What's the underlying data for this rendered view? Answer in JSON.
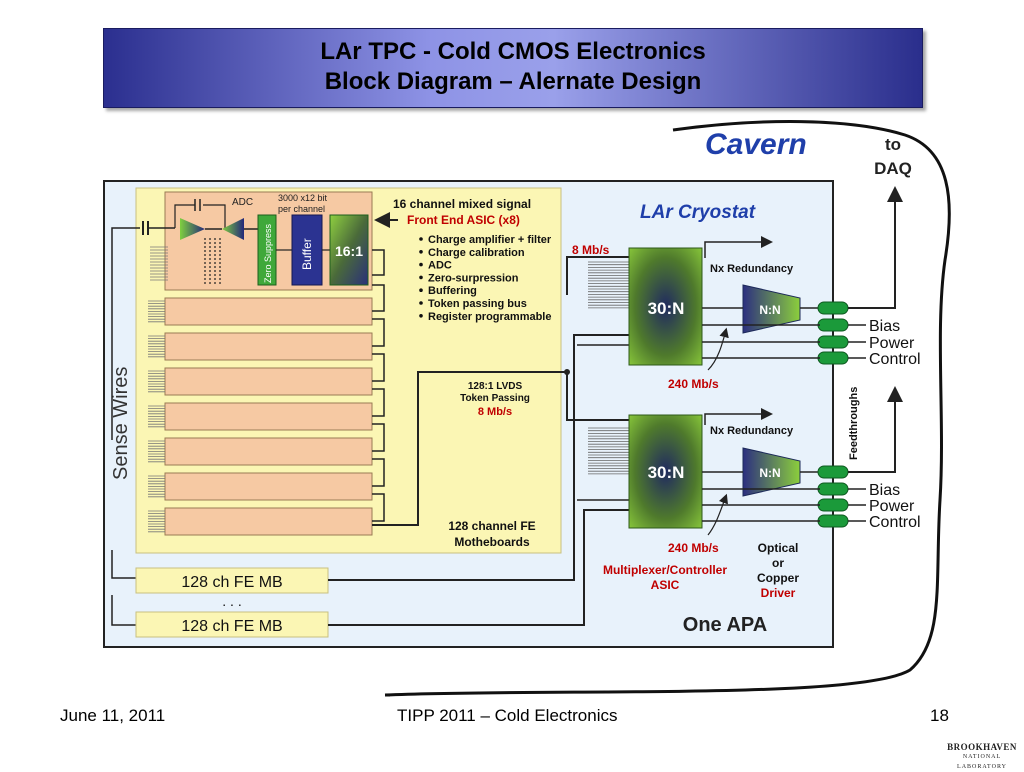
{
  "title": {
    "line1": "LAr TPC - Cold CMOS Electronics",
    "line2": "Block Diagram – Alernate Design"
  },
  "labels": {
    "cavern": "Cavern",
    "to": "to",
    "daq": "DAQ",
    "lar_cryostat": "LAr Cryostat",
    "sense_wires": "Sense Wires",
    "adc": "ADC",
    "bits_line1": "3000 x12 bit",
    "bits_line2": "per channel",
    "zero_suppress": "Zero Suppress",
    "buffer": "Buffer",
    "mux16": "16:1",
    "asic_title": "16 channel mixed signal",
    "asic_subtitle": "Front End ASIC (x8)",
    "lvds_line1": "128:1 LVDS",
    "lvds_line2": "Token Passing",
    "lvds_rate": "8 Mb/s",
    "fe_mb_line1": "128 channel FE",
    "fe_mb_line2": "Motheboards",
    "fe_mb_box": "128 ch FE MB",
    "ellipsis": ". . .",
    "rate_8": "8 Mb/s",
    "rate_240": "240 Mb/s",
    "mux30": "30:N",
    "nn": "N:N",
    "nx_redundancy": "Nx Redundancy",
    "bias": "Bias",
    "power": "Power",
    "control": "Control",
    "feedthroughs": "Feedthroughs",
    "optical_line1": "Optical",
    "optical_line2": "or",
    "optical_line3": "Copper",
    "optical_line4": "Driver",
    "mux_ctrl_line1": "Multiplexer/Controller",
    "mux_ctrl_line2": "ASIC",
    "one_apa": "One APA"
  },
  "asic_features": [
    "Charge amplifier + filter",
    "Charge calibration",
    "ADC",
    "Zero-surpression",
    "Buffering",
    "Token passing bus",
    "Register programmable"
  ],
  "footer": {
    "date": "June 11, 2011",
    "center": "TIPP 2011 – Cold Electronics",
    "page": "18",
    "logo": "BROOKHAVEN",
    "logo_sub": "NATIONAL LABORATORY"
  },
  "colors": {
    "title_dark": "#2b2f8f",
    "title_light": "#9aa0ea",
    "cryostat_bg": "#e8f2fb",
    "motherboard_bg": "#fbf6b4",
    "fe_board": "#f6c9a3",
    "rate_red": "#c00000",
    "cavern_blue": "#1f3faa",
    "feedthrough_green": "#1b9a3a",
    "mux_green": "#7ab830"
  }
}
